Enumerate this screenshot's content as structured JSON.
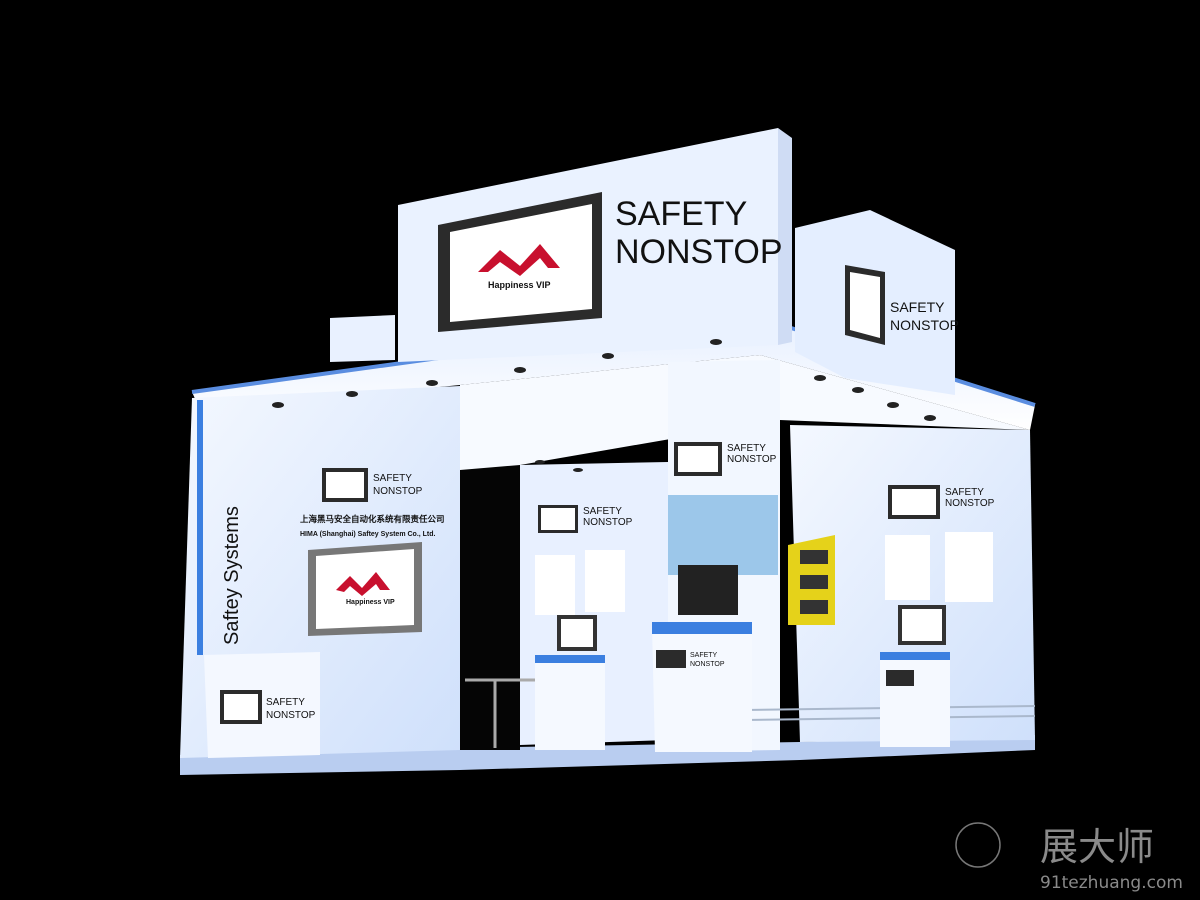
{
  "header": {
    "brand_line1": "SAFETY",
    "brand_line2": "NONSTOP"
  },
  "logo": {
    "caption": "Happiness VIP"
  },
  "left_wall": {
    "vertical_text": "Saftey Systems",
    "company_cn": "上海黑马安全自动化系统有限责任公司",
    "company_en": "HIMA (Shanghai) Saftey System Co., Ltd."
  },
  "small_sign": {
    "line1": "SAFETY",
    "line2": "NONSTOP"
  },
  "watermark": {
    "title": "展大师",
    "url": "91tezhuang.com"
  },
  "colors": {
    "wall": "#eef4ff",
    "accent_blue": "#3b7fe0",
    "screen_frame": "#333333",
    "panel_yellow": "#e5d21a"
  }
}
